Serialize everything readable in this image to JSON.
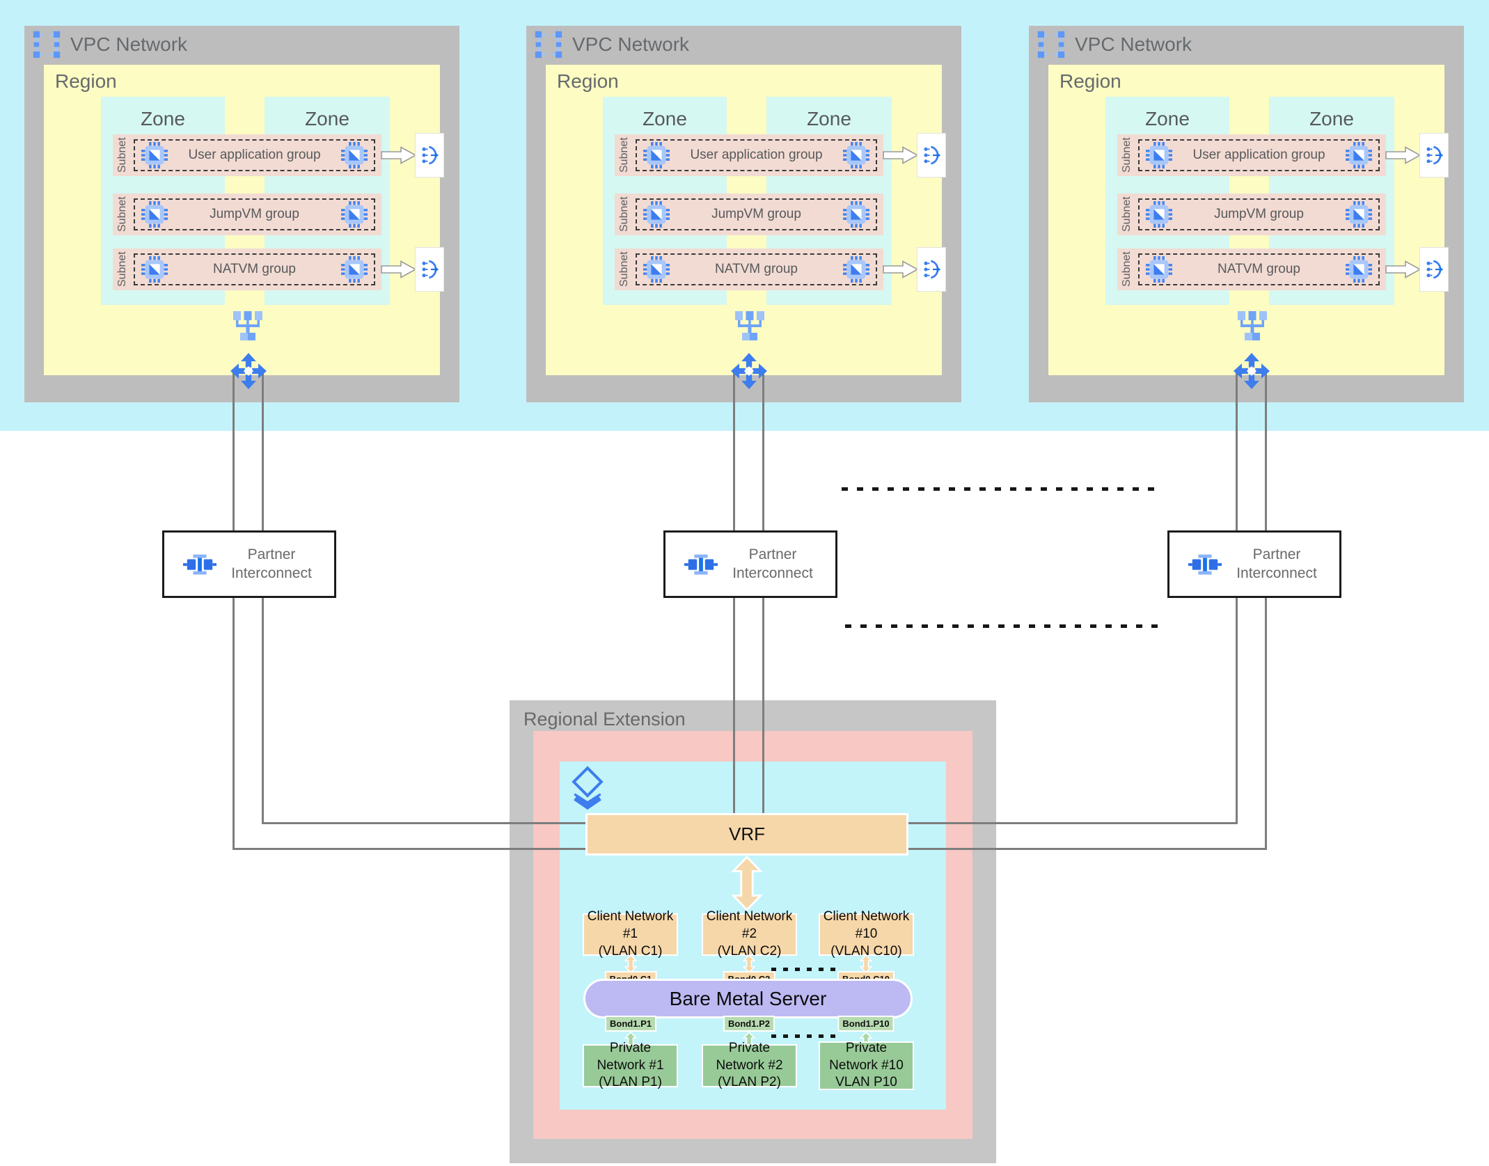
{
  "colors": {
    "top_band": "#C4F2FA",
    "vpc_frame_gray": "#BDBDBD",
    "region_yellow": "#FCFCC3",
    "zone_cyan": "#D5F8F2",
    "subnet_pink": "#F2DBD3",
    "connector_gray": "#7D7D7D",
    "re_pink": "#F7C8C4",
    "re_cyan": "#C2F4FA",
    "vrf_tan": "#F6D7A9",
    "bare_metal_lavender": "#BDB9F2",
    "private_green": "#98CA98",
    "icon_blue": "#3D7DEE"
  },
  "vpc_networks": [
    {
      "title": "VPC Network",
      "region_label": "Region",
      "zones": [
        "Zone",
        "Zone"
      ],
      "subnets": [
        {
          "label": "Subnet",
          "group": "User application group",
          "load_balancer": true
        },
        {
          "label": "Subnet",
          "group": "JumpVM group",
          "load_balancer": false
        },
        {
          "label": "Subnet",
          "group": "NATVM group",
          "load_balancer": true
        }
      ]
    },
    {
      "title": "VPC Network",
      "region_label": "Region",
      "zones": [
        "Zone",
        "Zone"
      ],
      "subnets": [
        {
          "label": "Subnet",
          "group": "User application group",
          "load_balancer": true
        },
        {
          "label": "Subnet",
          "group": "JumpVM group",
          "load_balancer": false
        },
        {
          "label": "Subnet",
          "group": "NATVM group",
          "load_balancer": true
        }
      ]
    },
    {
      "title": "VPC Network",
      "region_label": "Region",
      "zones": [
        "Zone",
        "Zone"
      ],
      "subnets": [
        {
          "label": "Subnet",
          "group": "User application group",
          "load_balancer": true
        },
        {
          "label": "Subnet",
          "group": "JumpVM group",
          "load_balancer": false
        },
        {
          "label": "Subnet",
          "group": "NATVM group",
          "load_balancer": true
        }
      ]
    }
  ],
  "partner_interconnects": [
    {
      "label": "Partner Interconnect"
    },
    {
      "label": "Partner Interconnect"
    },
    {
      "label": "Partner Interconnect"
    }
  ],
  "regional_extension": {
    "title": "Regional Extension",
    "vrf_label": "VRF",
    "server_label": "Bare Metal Server",
    "client_networks": [
      {
        "name": "Client Network #1",
        "vlan": "(VLAN C1)",
        "bond": "Bond0.C1"
      },
      {
        "name": "Client Network #2",
        "vlan": "(VLAN C2)",
        "bond": "Bond0.C2"
      },
      {
        "name": "Client Network #10",
        "vlan": "(VLAN C10)",
        "bond": "Bond0.C10"
      }
    ],
    "private_networks": [
      {
        "name": "Private Network #1",
        "vlan": "(VLAN P1)",
        "bond": "Bond1.P1"
      },
      {
        "name": "Private Network #2",
        "vlan": "(VLAN P2)",
        "bond": "Bond1.P2"
      },
      {
        "name": "Private Network #10",
        "vlan": "VLAN P10",
        "bond": "Bond1.P10"
      }
    ]
  }
}
